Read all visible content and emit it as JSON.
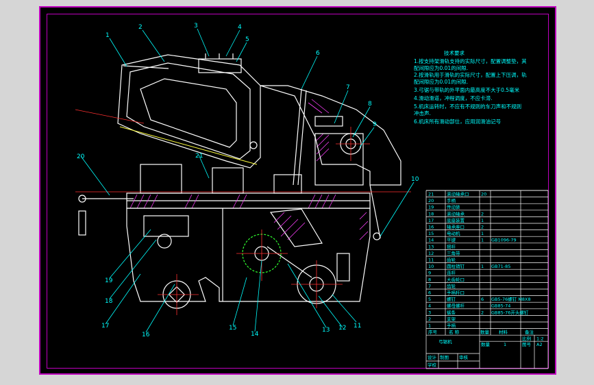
{
  "drawing": {
    "part_labels": [
      "1",
      "2",
      "3",
      "4",
      "5",
      "6",
      "7",
      "8",
      "9",
      "10",
      "11",
      "12",
      "13",
      "14",
      "15",
      "16",
      "17",
      "18",
      "19",
      "20",
      "21"
    ]
  },
  "tech_notes": {
    "title": "技术要求",
    "lines": [
      "1.按支持架滑轨支持的实际尺寸，配置调整垫，其",
      "  配间隙应为0.01的间隙.",
      "2.按滑轨用于滑轨的实际尺寸，配置上下压调，轨",
      "  配间隙应为0.01的间隙.",
      "3.弓锯与带轨的外平面内最高度不大于0.5毫米",
      "4.滑动滑道，冲程调度，不应卡滞.",
      "5.机床运转时，不应有不规则的车刀声和不规则",
      "  冲击声.",
      "6.机床所有滑动部位，应用润滑油记号"
    ]
  },
  "parts_list": {
    "rows": [
      {
        "no": "21",
        "name": "滚动轴承口",
        "qty": "20",
        "std": ""
      },
      {
        "no": "20",
        "name": "手柄",
        "qty": "",
        "std": ""
      },
      {
        "no": "19",
        "name": "传动装",
        "qty": "",
        "std": ""
      },
      {
        "no": "18",
        "name": "滚动轴承",
        "qty": "2",
        "std": ""
      },
      {
        "no": "17",
        "name": "底座装置",
        "qty": "1",
        "std": ""
      },
      {
        "no": "16",
        "name": "轴承座口",
        "qty": "2",
        "std": ""
      },
      {
        "no": "15",
        "name": "电动机",
        "qty": "1",
        "std": ""
      },
      {
        "no": "14",
        "name": "平键",
        "qty": "1",
        "std": "GB1096-79"
      },
      {
        "no": "13",
        "name": "摇杆",
        "qty": "",
        "std": ""
      },
      {
        "no": "12",
        "name": "三角带",
        "qty": "",
        "std": ""
      },
      {
        "no": "11",
        "name": "齿轮",
        "qty": "",
        "std": ""
      },
      {
        "no": "10",
        "name": "圆柱销钉",
        "qty": "1",
        "std": "GB71-85"
      },
      {
        "no": "9",
        "name": "连杆",
        "qty": "",
        "std": ""
      },
      {
        "no": "8",
        "name": "大齿轮口",
        "qty": "",
        "std": ""
      },
      {
        "no": "7",
        "name": "齿轮",
        "qty": "",
        "std": ""
      },
      {
        "no": "6",
        "name": "手柄杆口",
        "qty": "",
        "std": ""
      },
      {
        "no": "5",
        "name": "螺钉",
        "qty": "6",
        "std": "GB5-76螺钉 M8X8"
      },
      {
        "no": "4",
        "name": "螺母螺杆",
        "qty": "",
        "std": "GB85-74"
      },
      {
        "no": "3",
        "name": "锯条",
        "qty": "2",
        "std": "GB85-76开头螺钉"
      },
      {
        "no": "2",
        "name": "支架",
        "qty": "",
        "std": ""
      },
      {
        "no": "1",
        "name": "手柄",
        "qty": "",
        "std": ""
      }
    ],
    "header": {
      "no": "序号",
      "name": "名 称",
      "qty": "数量",
      "material": "材料",
      "note": "备注"
    },
    "title_block": {
      "name": "弓锯机",
      "scale_label": "比例",
      "scale": "1:2",
      "weight_label": "数量",
      "weight": "1",
      "sheet_label": "图号",
      "sheet": "A2",
      "designer": "制图",
      "checker": "审核",
      "extra1": "设计",
      "extra2": "学校"
    }
  },
  "colors": {
    "frame": "#c000c0",
    "outline": "#ffffff",
    "label": "#00ffff",
    "centerline": "#ff3030",
    "hatch": "#ff40ff",
    "green": "#30ff30",
    "yellow": "#ffff40"
  }
}
